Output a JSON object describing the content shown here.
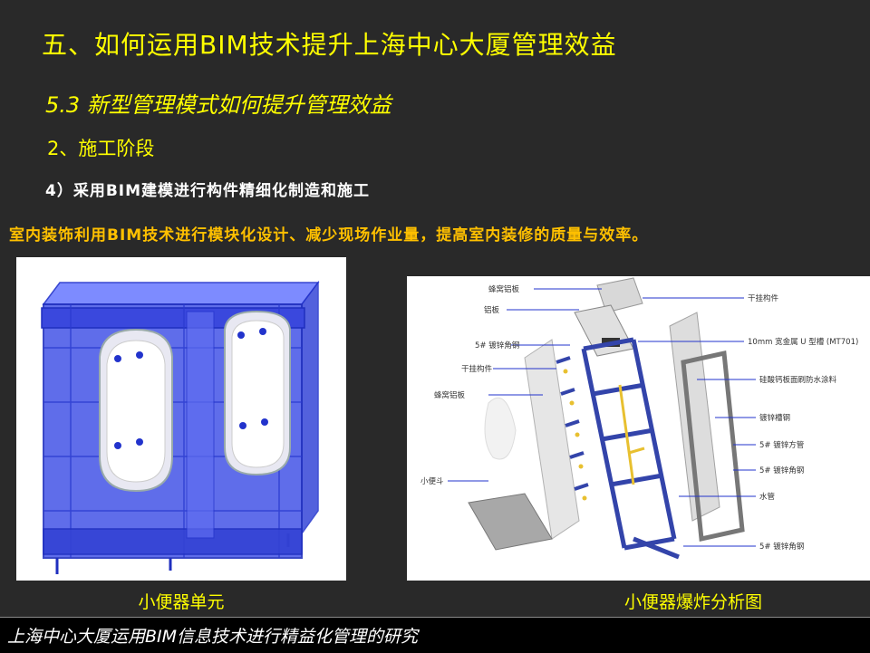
{
  "slide": {
    "title": "五、如何运用BIM技术提升上海中心大厦管理效益",
    "subtitle": "5.3  新型管理模式如何提升管理效益",
    "section": "2、施工阶段",
    "subsection": "4）采用BIM建模进行构件精细化制造和施工",
    "description": "室内装饰利用BIM技术进行模块化设计、减少现场作业量，提高室内装修的质量与效率。",
    "caption_left": "小便器单元",
    "caption_right": "小便器爆炸分析图",
    "footer": "上海中心大厦运用BIM信息技术进行精益化管理的研究"
  },
  "diagram_labels": {
    "honeycomb_top": "蜂窝铝板",
    "aluminum_plate": "铝板",
    "angle_steel_top": "5# 镀锌角钢",
    "hanging_part_left": "干挂构件",
    "honeycomb_left": "蜂窝铝板",
    "urinal": "小便斗",
    "hanging_part_right": "干挂构件",
    "u_channel": "10mm 宽金属 U 型槽 (MT701)",
    "calcium_board": "硅酸钙板面刷防水涂料",
    "channel_steel": "镀锌槽钢",
    "square_tube": "5# 镀锌方管",
    "angle_steel_mid": "5# 镀锌角钢",
    "water_pipe": "水管",
    "angle_steel_bottom": "5# 镀锌角钢"
  },
  "colors": {
    "background": "#292929",
    "title": "#ffff00",
    "description": "#ffc000",
    "frame_blue": "#3344dd"
  }
}
